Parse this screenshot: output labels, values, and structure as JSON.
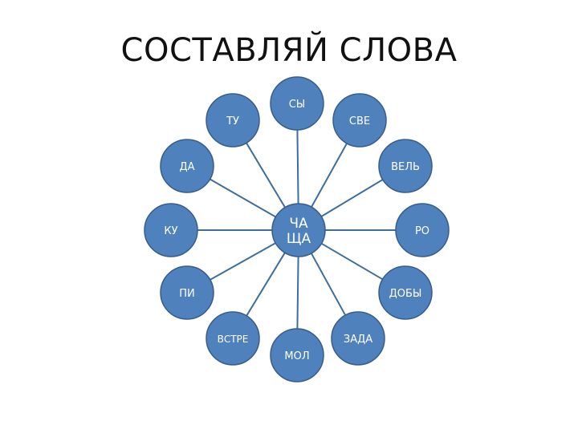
{
  "slide": {
    "title": "СОСТАВЛЯЙ СЛОВА"
  },
  "diagram": {
    "center": {
      "lines": [
        "ЧА",
        "ЩА"
      ]
    },
    "nodes": [
      {
        "id": "sy",
        "label": "СЫ"
      },
      {
        "id": "sve",
        "label": "СВЕ"
      },
      {
        "id": "vel",
        "label": "ВЕЛЬ"
      },
      {
        "id": "ro",
        "label": "РО"
      },
      {
        "id": "doby",
        "label": "ДОБЫ"
      },
      {
        "id": "zada",
        "label": "ЗАДА"
      },
      {
        "id": "mol",
        "label": "МОЛ"
      },
      {
        "id": "vstre",
        "label": "ВСТРЕ"
      },
      {
        "id": "pi",
        "label": "ПИ"
      },
      {
        "id": "ku",
        "label": "КУ"
      },
      {
        "id": "da",
        "label": "ДА"
      },
      {
        "id": "tu",
        "label": "ТУ"
      }
    ],
    "colors": {
      "node_fill": "#4f81bd",
      "node_stroke": "#385d8a",
      "connector": "#3f6d9c",
      "text": "#ffffff"
    }
  }
}
